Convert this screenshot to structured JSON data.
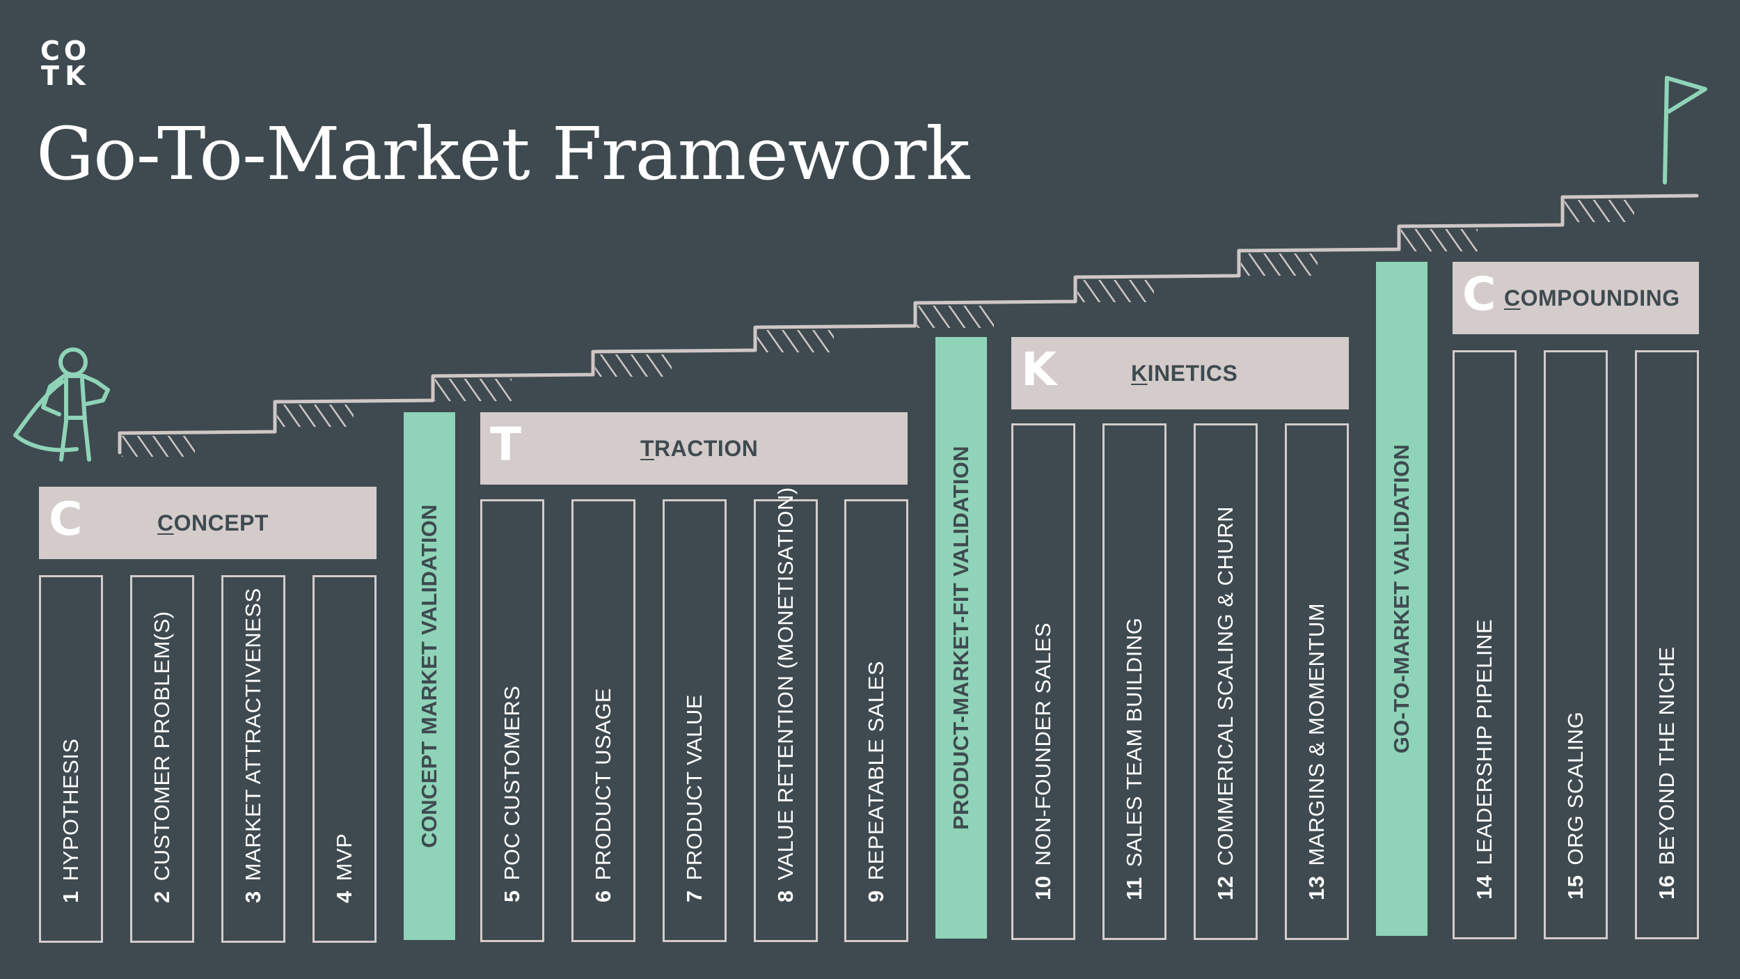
{
  "title": "Go-To-Market Framework",
  "logo": {
    "letters": [
      "C",
      "O",
      "T",
      "K"
    ]
  },
  "phases": [
    {
      "letter": "C",
      "name_first": "C",
      "name_rest": "ONCEPT"
    },
    {
      "letter": "T",
      "name_first": "T",
      "name_rest": "RACTION"
    },
    {
      "letter": "K",
      "name_first": "K",
      "name_rest": "INETICS"
    },
    {
      "letter": "C",
      "name_first": "C",
      "name_rest": "OMPOUNDING"
    }
  ],
  "validations": [
    "CONCEPT MARKET VALIDATION",
    "PRODUCT-MARKET-FIT VALIDATION",
    "GO-TO-MARKET VALIDATION"
  ],
  "steps": [
    {
      "num": "1",
      "label": "HYPOTHESIS"
    },
    {
      "num": "2",
      "label": "CUSTOMER  PROBLEM(S)"
    },
    {
      "num": "3",
      "label": "MARKET  ATTRACTIVENESS"
    },
    {
      "num": "4",
      "label": "MVP"
    },
    {
      "num": "5",
      "label": "POC  CUSTOMERS"
    },
    {
      "num": "6",
      "label": "PRODUCT  USAGE"
    },
    {
      "num": "7",
      "label": "PRODUCT  VALUE"
    },
    {
      "num": "8",
      "label": "VALUE  RETENTION  (MONETISATION)"
    },
    {
      "num": "9",
      "label": "REPEATABLE  SALES"
    },
    {
      "num": "10",
      "label": "NON-FOUNDER SALES"
    },
    {
      "num": "11",
      "label": "SALES  TEAM  BUILDING"
    },
    {
      "num": "12",
      "label": "COMMERICAL  SCALING  &  CHURN"
    },
    {
      "num": "13",
      "label": "MARGINS & MOMENTUM"
    },
    {
      "num": "14",
      "label": "LEADERSHIP  PIPELINE"
    },
    {
      "num": "15",
      "label": "ORG SCALING"
    },
    {
      "num": "16",
      "label": "BEYOND THE NICHE"
    }
  ],
  "colors": {
    "background": "#3e4a4f",
    "header": "#d4cccb",
    "accent": "#8fd4b8",
    "text": "#ffffff"
  },
  "icons": [
    "person-with-cape-icon",
    "flag-icon",
    "staircase-icon"
  ]
}
